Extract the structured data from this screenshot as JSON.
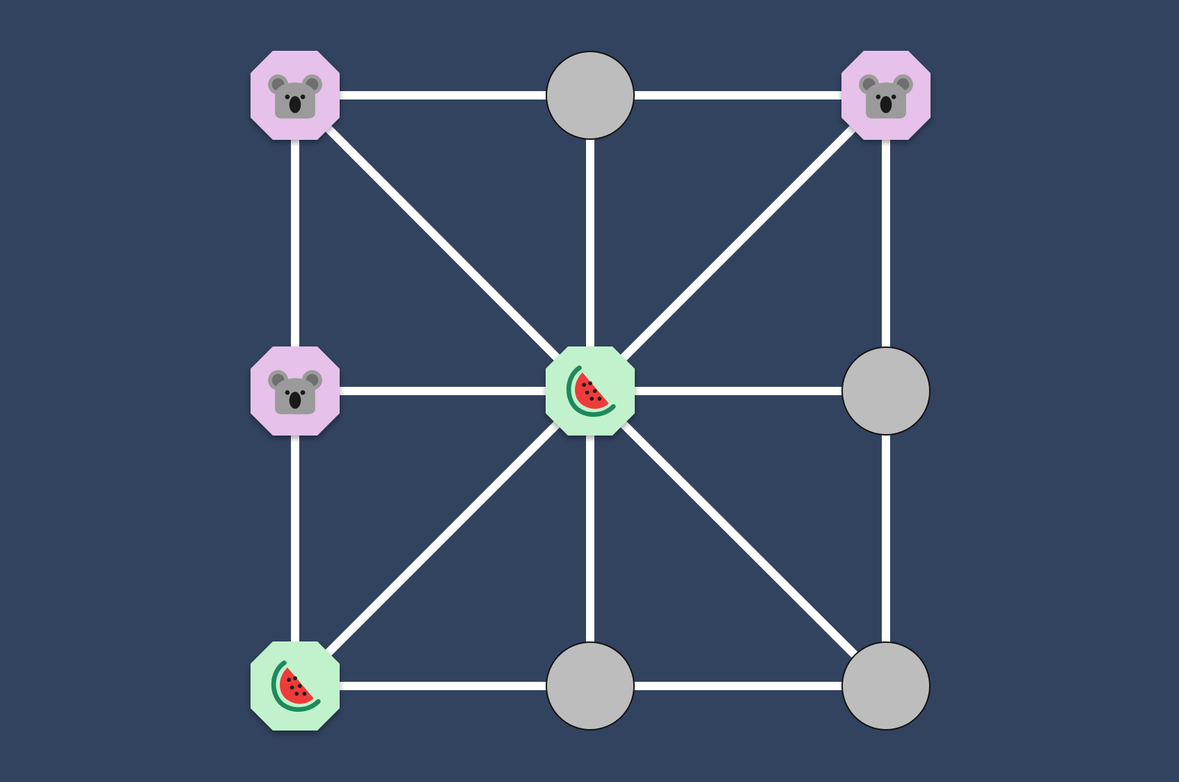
{
  "game": {
    "board": {
      "rows": 3,
      "cols": 3,
      "cells": [
        [
          "koala",
          "empty",
          "koala"
        ],
        [
          "koala",
          "watermelon",
          "empty"
        ],
        [
          "watermelon",
          "empty",
          "empty"
        ]
      ]
    },
    "players": {
      "koala": {
        "icon": "koala-icon",
        "tile_color": "#e6c1e9"
      },
      "watermelon": {
        "icon": "watermelon-icon",
        "tile_color": "#c1f2cc"
      }
    },
    "colors": {
      "background": "#324360",
      "lines": "#ffffff",
      "empty_spot": "#bdbdbd"
    }
  }
}
